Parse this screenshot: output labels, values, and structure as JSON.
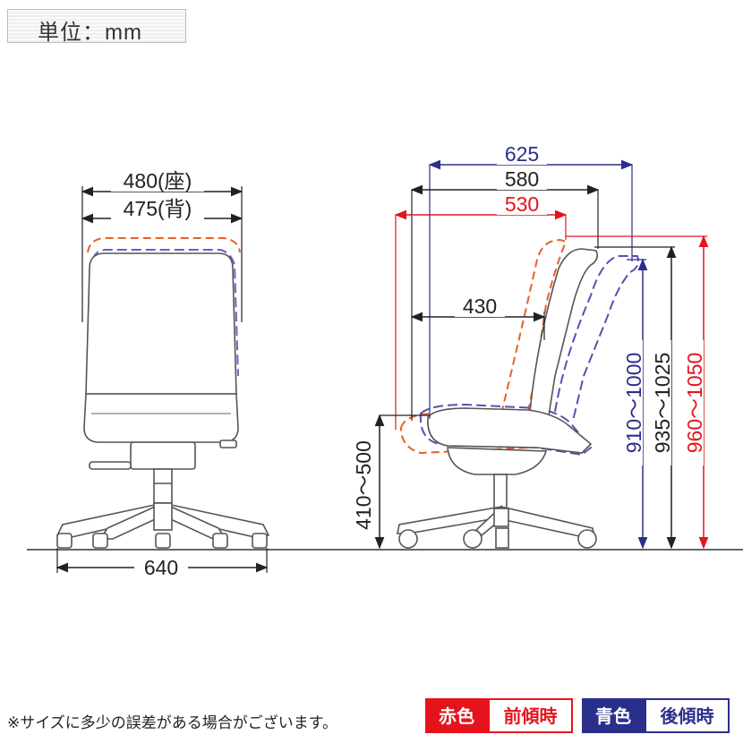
{
  "unit_label": "単位：mm",
  "front_view": {
    "seat_width": "480(座)",
    "back_width": "475(背)",
    "base_width": "640"
  },
  "side_view": {
    "depth_rear_tilt": "625",
    "depth_normal": "580",
    "depth_front_tilt": "530",
    "seat_depth": "430",
    "seat_height": "410～500",
    "height_rear_tilt": "910～1000",
    "height_normal": "935～1025",
    "height_front_tilt": "960～1050"
  },
  "footer": {
    "note": "※サイズに多少の誤差がある場合がございます。",
    "red_label": "赤色",
    "red_meaning": "前傾時",
    "blue_label": "青色",
    "blue_meaning": "後傾時"
  },
  "colors": {
    "red": "#e5141c",
    "blue": "#2b2f8c",
    "orange": "#e8602a",
    "black": "#222222"
  }
}
